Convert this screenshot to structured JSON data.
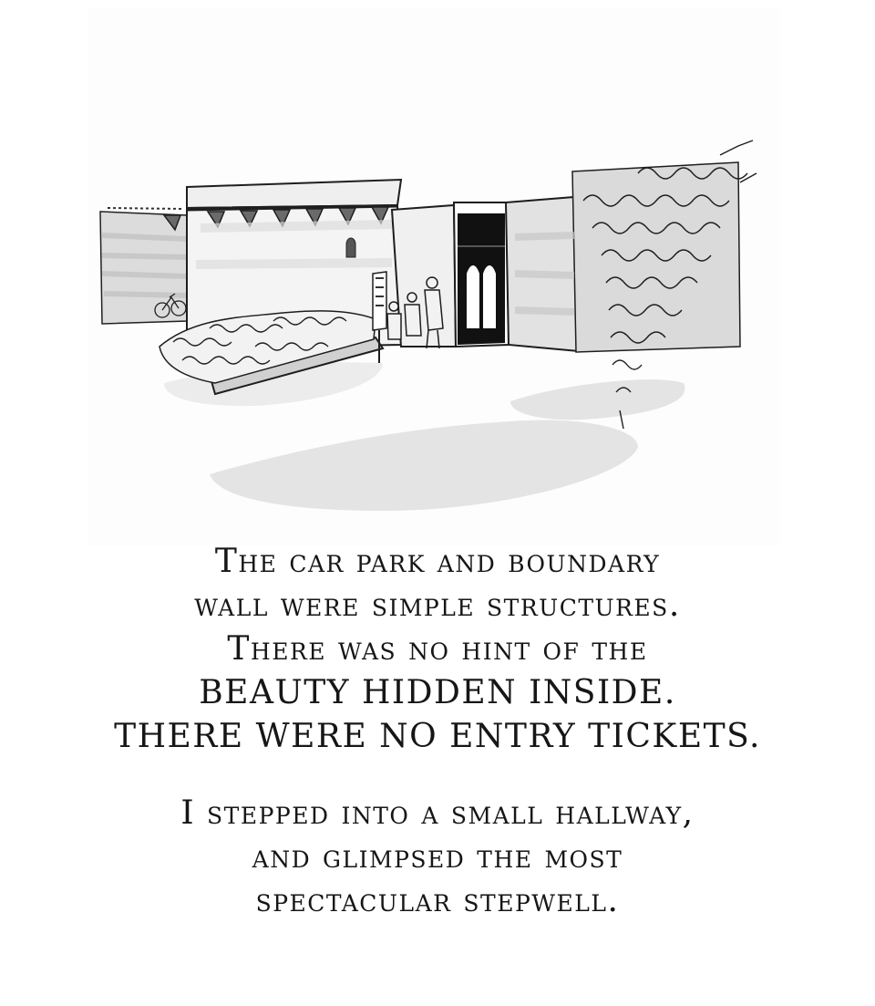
{
  "caption": {
    "paragraph_1": [
      "The car park and boundary",
      "wall were simple structures.",
      "There was no hint of the",
      "BEAUTY HIDDEN INSIDE.",
      "THERE WERE NO ENTRY TICKETS."
    ],
    "paragraph_2": [
      "I stepped into a small hallway,",
      "and glimpsed the most",
      "spectacular stepwell."
    ]
  },
  "colors": {
    "ink": "#1a1a1a",
    "wash_light": "#e6e6e6",
    "wash_mid": "#c9c9c9",
    "wash_dark": "#8f8f8f",
    "doorway": "#111111",
    "background": "#ffffff"
  }
}
